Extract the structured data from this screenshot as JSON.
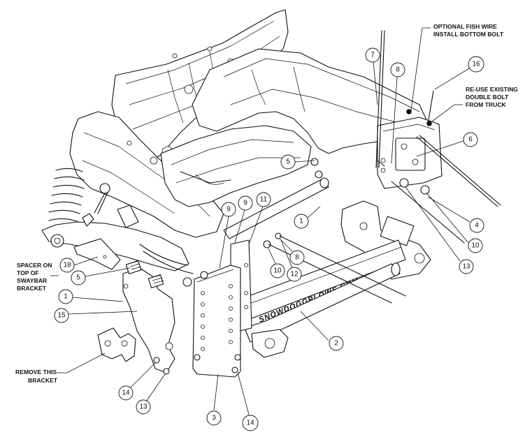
{
  "notes": {
    "optional_fish_wire": [
      "OPTIONAL FISH WIRE",
      "INSTALL BOTTOM BOLT"
    ],
    "reuse_existing": [
      "RE-USE EXISTING",
      "DOUBLE BOLT",
      "FROM TRUCK"
    ],
    "spacer": [
      "SPACER ON",
      "TOP OF",
      "SWAYBAR",
      "BRACKET"
    ],
    "remove_bracket": [
      "REMOVE THIS",
      "BRACKET"
    ],
    "crossbar_text": "SNOWDOGGPLOWS.COM"
  },
  "callouts": {
    "c7": "7",
    "c8a": "8",
    "c16": "16",
    "c6": "6",
    "c5a": "5",
    "c4": "4",
    "c10a": "10",
    "c13a": "13",
    "c1a": "1",
    "c11": "11",
    "c9a": "9",
    "c9b": "9",
    "c8b": "8",
    "c10b": "10",
    "c12": "12",
    "c18": "18",
    "c5b": "5",
    "c1b": "1",
    "c15": "15",
    "c2": "2",
    "c14a": "14",
    "c13b": "13",
    "c3": "3",
    "c14b": "14"
  }
}
